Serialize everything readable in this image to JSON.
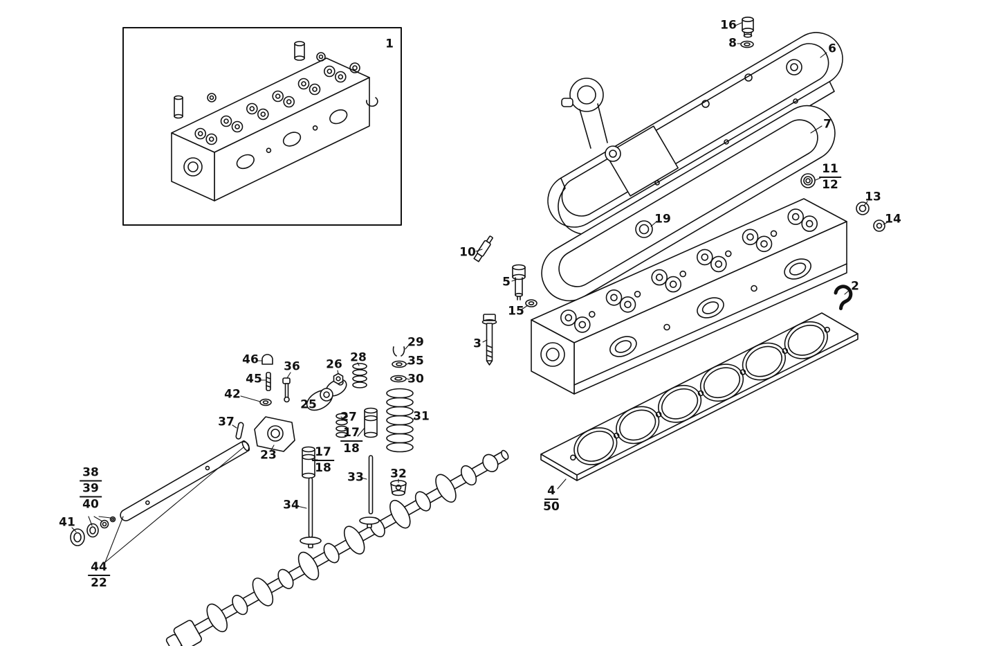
{
  "colors": {
    "background": "#ffffff",
    "line": "#111111"
  },
  "callouts": {
    "n1": "1",
    "n2": "2",
    "n3": "3",
    "n4": "4",
    "n5": "5",
    "n6": "6",
    "n7": "7",
    "n8": "8",
    "n10": "10",
    "n11": "11",
    "n12": "12",
    "n13": "13",
    "n14": "14",
    "n15": "15",
    "n16": "16",
    "n17": "17",
    "n18": "18",
    "n19": "19",
    "n22": "22",
    "n23": "23",
    "n25": "25",
    "n26": "26",
    "n27": "27",
    "n28": "28",
    "n29": "29",
    "n30": "30",
    "n31": "31",
    "n32": "32",
    "n33": "33",
    "n34": "34",
    "n35": "35",
    "n36": "36",
    "n37": "37",
    "n38": "38",
    "n39": "39",
    "n40": "40",
    "n41": "41",
    "n42": "42",
    "n44": "44",
    "n45": "45",
    "n46": "46",
    "n50": "50"
  }
}
